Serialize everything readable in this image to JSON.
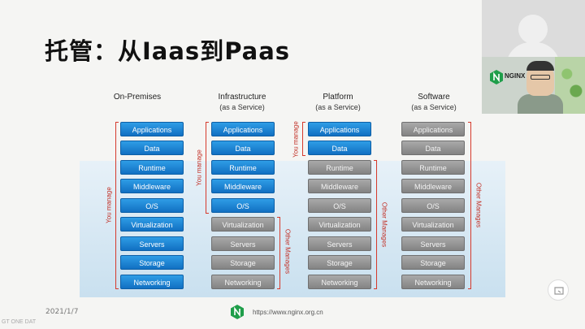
{
  "slide": {
    "title": "托管：从Iaas到Paas",
    "date": "2021/1/7",
    "url": "https://www.nginx.org.cn",
    "watermark": "GT ONE DAT"
  },
  "webcam": {
    "badge_text": "NGINX"
  },
  "diagram": {
    "columns": [
      {
        "title": "On-Premises",
        "subtitle": "",
        "layers": [
          "Applications",
          "Data",
          "Runtime",
          "Middleware",
          "O/S",
          "Virtualization",
          "Servers",
          "Storage",
          "Networking"
        ],
        "you_manage": "You manage",
        "other_manages": ""
      },
      {
        "title": "Infrastructure",
        "subtitle": "(as a Service)",
        "layers": [
          "Applications",
          "Data",
          "Runtime",
          "Middleware",
          "O/S",
          "Virtualization",
          "Servers",
          "Storage",
          "Networking"
        ],
        "you_manage": "You manage",
        "other_manages": "Other Manages"
      },
      {
        "title": "Platform",
        "subtitle": "(as a Service)",
        "layers": [
          "Applications",
          "Data",
          "Runtime",
          "Middleware",
          "O/S",
          "Virtualization",
          "Servers",
          "Storage",
          "Networking"
        ],
        "you_manage": "You manage",
        "other_manages": "Other Manages"
      },
      {
        "title": "Software",
        "subtitle": "(as a Service)",
        "layers": [
          "Applications",
          "Data",
          "Runtime",
          "Middleware",
          "O/S",
          "Virtualization",
          "Servers",
          "Storage",
          "Networking"
        ],
        "you_manage": "",
        "other_manages": "Other Manages"
      }
    ],
    "managed_by_you_count": [
      9,
      5,
      2,
      0
    ],
    "colors": {
      "you": "#1a84d6",
      "other": "#959595",
      "bracket": "#d63a2c"
    }
  }
}
